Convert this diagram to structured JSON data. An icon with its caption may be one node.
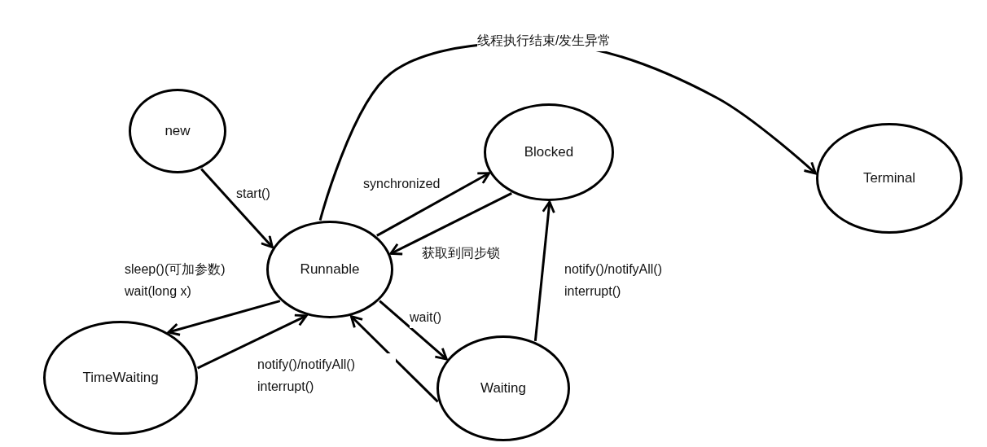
{
  "diagram": {
    "nodes": [
      {
        "text": [
          "new"
        ]
      },
      {
        "text": [
          "Runnable"
        ]
      },
      {
        "text": [
          "Blocked"
        ]
      },
      {
        "text": [
          "Terminal"
        ]
      },
      {
        "text": [
          "TimeWaiting"
        ]
      },
      {
        "text": [
          "Waiting"
        ]
      }
    ],
    "edges": [
      {
        "from": 0,
        "to": 1,
        "arrow": "to",
        "label": "start()"
      },
      {
        "from": 1,
        "to": 2,
        "arrow": "to",
        "label": "synchronized"
      },
      {
        "from": 2,
        "to": 1,
        "arrow": "to",
        "label": "获取到同步锁"
      },
      {
        "from": 1,
        "to": 3,
        "arrow": "to",
        "label": "线程执行结束/发生异常"
      },
      {
        "from": 1,
        "to": 4,
        "arrow": "to",
        "label": "sleep()(可加参数) wait(long x)"
      },
      {
        "from": 4,
        "to": 1,
        "arrow": "to",
        "label": "notify()/notifyAll() interrupt()"
      },
      {
        "from": 1,
        "to": 5,
        "arrow": "to",
        "label": "wait()"
      },
      {
        "from": 5,
        "to": 1,
        "arrow": "to"
      },
      {
        "from": 5,
        "to": 2,
        "arrow": "to",
        "label": "notify()/notifyAll() interrupt()"
      }
    ]
  }
}
